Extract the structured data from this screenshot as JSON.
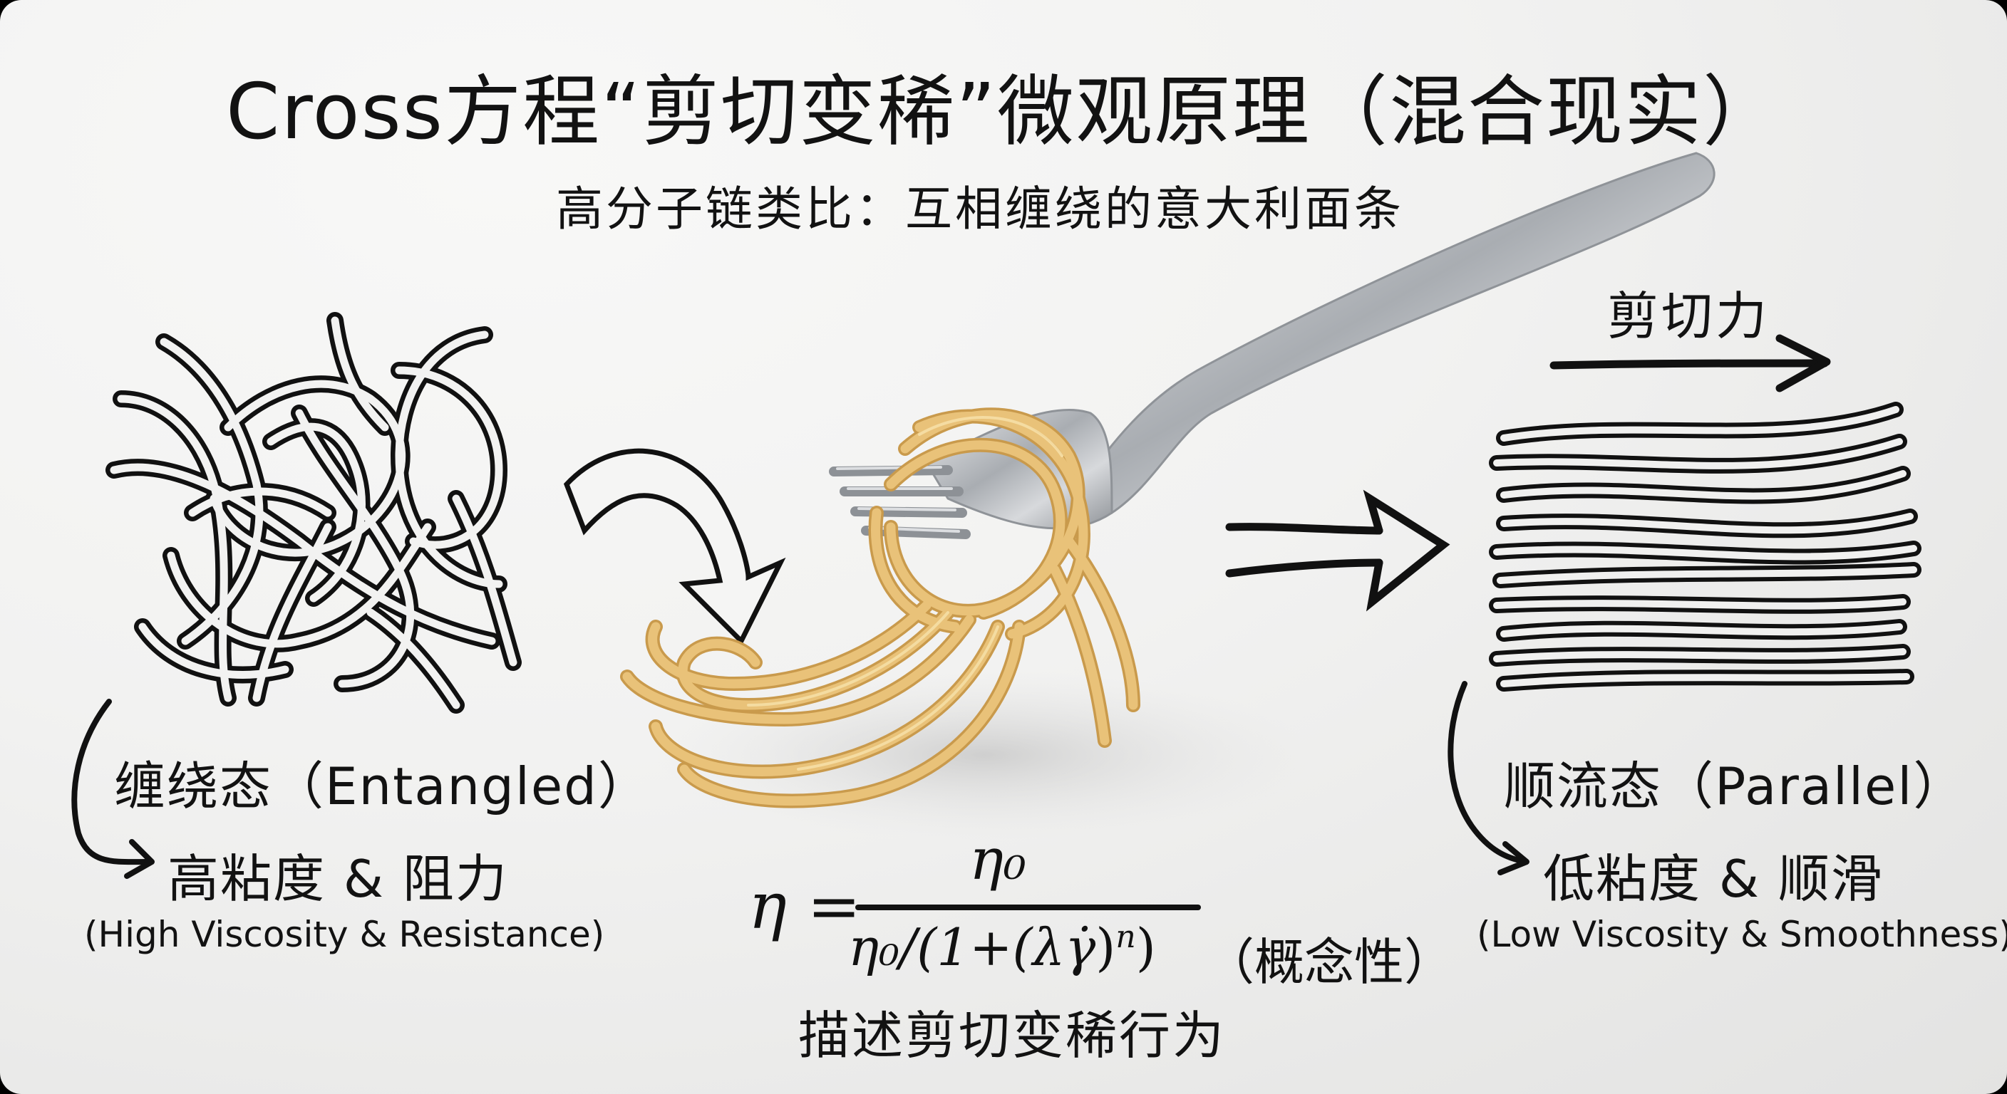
{
  "header": {
    "title": "Cross方程“剪切变稀”微观原理（混合现实）",
    "subtitle": "高分子链类比：互相缠绕的意大利面条"
  },
  "shear": {
    "label": "剪切力",
    "arrow_direction": "right"
  },
  "left_state": {
    "name": "缠绕态（Entangled）",
    "effect": "高粘度 & 阻力",
    "effect_en": "(High Viscosity & Resistance)",
    "illustration": "tangled-noodles-line-drawing"
  },
  "right_state": {
    "name": "顺流态（Parallel）",
    "effect": "低粘度 & 顺滑",
    "effect_en": "(Low Viscosity & Smoothness)",
    "illustration": "parallel-noodles-line-drawing"
  },
  "center": {
    "illustration": "fork-twirling-spaghetti-photo",
    "transition_arrow": "curved-down-arrow",
    "flow_arrow": "right-arrow"
  },
  "formula": {
    "lhs": "η =",
    "numerator": "η₀",
    "denominator": "η₀/(1+(λγ̇)ⁿ)",
    "den_eta": "η₀/(1+(",
    "den_lambda": "λγ̇",
    "den_close": ")",
    "den_exp": "n",
    "den_end": ")",
    "note": "（概念性）",
    "caption": "描述剪切变稀行为"
  },
  "colors": {
    "background": "#f2f2f1",
    "ink": "#121212",
    "pasta": "#e9c279",
    "pasta_highlight": "#f6dfa6",
    "pasta_shadow": "#c99a4c",
    "fork": "#b9bcc0"
  }
}
